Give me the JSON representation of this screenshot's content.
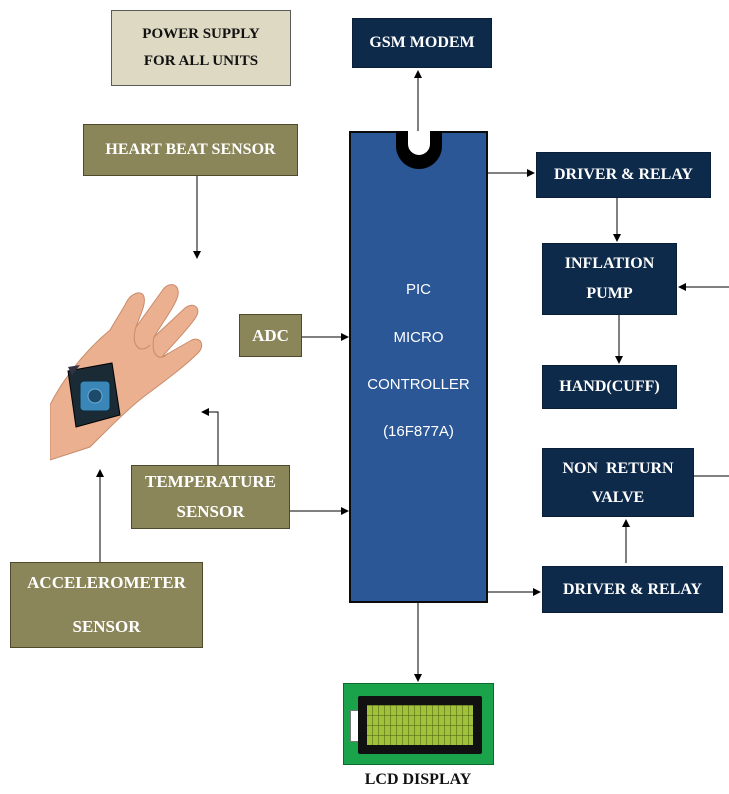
{
  "power_supply": {
    "line1": "POWER SUPPLY",
    "line2": "FOR ALL UNITS"
  },
  "gsm_modem": "GSM MODEM",
  "heart_beat_sensor": "HEART BEAT SENSOR",
  "adc": "ADC",
  "temperature_sensor": {
    "line1": "TEMPERATURE",
    "line2": "SENSOR"
  },
  "accelerometer_sensor": {
    "line1": "ACCELEROMETER",
    "line2": "SENSOR"
  },
  "microcontroller": {
    "line1": "PIC",
    "line2": "MICRO",
    "line3": "CONTROLLER",
    "line4": "(16F877A)"
  },
  "driver_relay_top": "DRIVER & RELAY",
  "inflation_pump": {
    "line1": "INFLATION",
    "line2": "PUMP"
  },
  "hand_cuff": "HAND(CUFF)",
  "non_return_valve": {
    "line1": "NON  RETURN",
    "line2": "VALVE"
  },
  "driver_relay_bottom": "DRIVER & RELAY",
  "lcd_display": "LCD DISPLAY",
  "colors": {
    "dark_block": "#0e2a4a",
    "olive_block": "#8b865a",
    "cream_block": "#ddd9c3",
    "microcontroller": "#2b5796",
    "lcd_board": "#1aa34a"
  }
}
